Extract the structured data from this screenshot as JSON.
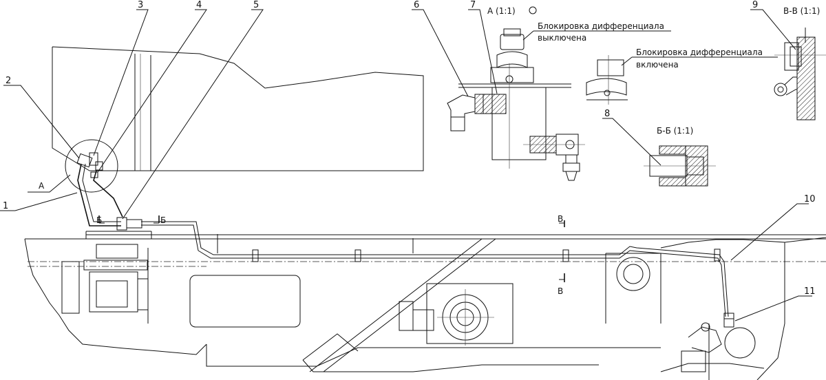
{
  "callouts": [
    "1",
    "2",
    "3",
    "4",
    "5",
    "6",
    "7",
    "8",
    "9",
    "10",
    "11"
  ],
  "views": {
    "view_a": "А (1:1)",
    "section_bb": "Б-Б (1:1)",
    "section_vv": "В-В (1:1)"
  },
  "notes": {
    "locked_off_line1": "Блокировка дифференциала",
    "locked_off_line2": "выключена",
    "locked_on_line1": "Блокировка дифференциала",
    "locked_on_line2": "включена"
  },
  "marks": {
    "view_a_letter": "А",
    "cut_b_left": "Б",
    "cut_b_right": "Б",
    "cut_v_top": "В",
    "cut_v_bottom": "В"
  }
}
